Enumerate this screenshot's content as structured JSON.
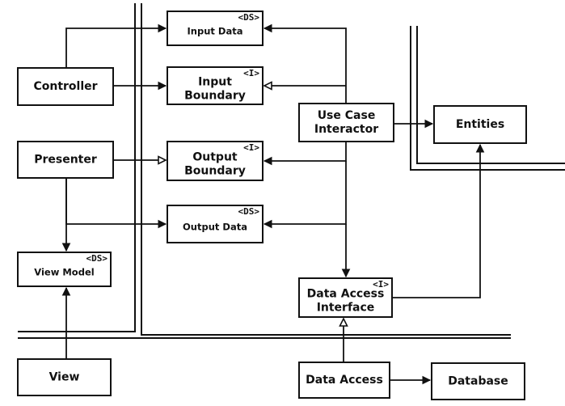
{
  "components": [
    {
      "id": "controller",
      "label": [
        "Controller"
      ]
    },
    {
      "id": "presenter",
      "label": [
        "Presenter"
      ]
    },
    {
      "id": "view-model",
      "label": [
        "View Model"
      ],
      "stereotype": "<DS>"
    },
    {
      "id": "view",
      "label": [
        "View"
      ]
    },
    {
      "id": "input-data",
      "label": [
        "Input Data"
      ],
      "stereotype": "<DS>"
    },
    {
      "id": "input-boundary",
      "label": [
        "Input",
        "Boundary"
      ],
      "stereotype": "<I>"
    },
    {
      "id": "output-boundary",
      "label": [
        "Output",
        "Boundary"
      ],
      "stereotype": "<I>"
    },
    {
      "id": "output-data",
      "label": [
        "Output Data"
      ],
      "stereotype": "<DS>"
    },
    {
      "id": "use-case-interactor",
      "label": [
        "Use Case",
        "Interactor"
      ]
    },
    {
      "id": "entities",
      "label": [
        "Entities"
      ]
    },
    {
      "id": "data-access-interface",
      "label": [
        "Data Access",
        "Interface"
      ],
      "stereotype": "<I>"
    },
    {
      "id": "data-access",
      "label": [
        "Data Access"
      ]
    },
    {
      "id": "database",
      "label": [
        "Database"
      ]
    }
  ],
  "connections": [
    {
      "id": "controller-to-input-data",
      "from": "controller",
      "to": "input-data",
      "kind": "uses"
    },
    {
      "id": "controller-to-input-boundary",
      "from": "controller",
      "to": "input-boundary",
      "kind": "uses"
    },
    {
      "id": "interactor-to-input-data",
      "from": "use-case-interactor",
      "to": "input-data",
      "kind": "uses"
    },
    {
      "id": "interactor-implements-input-boundary",
      "from": "use-case-interactor",
      "to": "input-boundary",
      "kind": "implements"
    },
    {
      "id": "interactor-to-output-boundary",
      "from": "use-case-interactor",
      "to": "output-boundary",
      "kind": "uses"
    },
    {
      "id": "interactor-to-output-data",
      "from": "use-case-interactor",
      "to": "output-data",
      "kind": "uses"
    },
    {
      "id": "interactor-to-data-access-interface",
      "from": "use-case-interactor",
      "to": "data-access-interface",
      "kind": "uses"
    },
    {
      "id": "interactor-to-entities",
      "from": "use-case-interactor",
      "to": "entities",
      "kind": "uses"
    },
    {
      "id": "data-access-interface-to-entities",
      "from": "data-access-interface",
      "to": "entities",
      "kind": "uses"
    },
    {
      "id": "presenter-implements-output-boundary",
      "from": "presenter",
      "to": "output-boundary",
      "kind": "implements"
    },
    {
      "id": "presenter-to-output-data",
      "from": "presenter",
      "to": "output-data",
      "kind": "uses"
    },
    {
      "id": "presenter-to-view-model",
      "from": "presenter",
      "to": "view-model",
      "kind": "uses"
    },
    {
      "id": "view-to-view-model",
      "from": "view",
      "to": "view-model",
      "kind": "uses"
    },
    {
      "id": "data-access-implements-interface",
      "from": "data-access",
      "to": "data-access-interface",
      "kind": "implements"
    },
    {
      "id": "data-access-to-database",
      "from": "data-access",
      "to": "database",
      "kind": "uses"
    }
  ],
  "colors": {
    "ink": "#111111",
    "background": "#ffffff"
  }
}
